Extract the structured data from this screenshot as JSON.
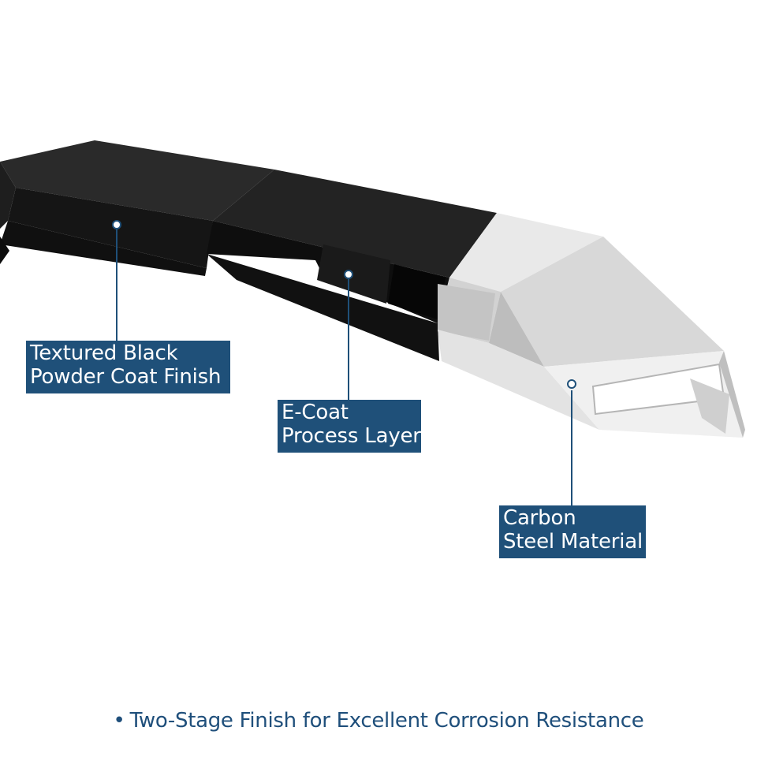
{
  "callouts": [
    {
      "id": "powder-coat",
      "lines": [
        "Textured Black",
        "Powder Coat Finish"
      ]
    },
    {
      "id": "e-coat",
      "lines": [
        "E-Coat",
        "Process Layer"
      ]
    },
    {
      "id": "carbon-steel",
      "lines": [
        "Carbon",
        "Steel Material"
      ]
    }
  ],
  "footer": {
    "bullet": "•",
    "text": "Two-Stage Finish for Excellent Corrosion Resistance"
  },
  "colors": {
    "accent": "#1f5079",
    "black_finish": "#1c1c1c",
    "steel": "#d9d9d9"
  }
}
